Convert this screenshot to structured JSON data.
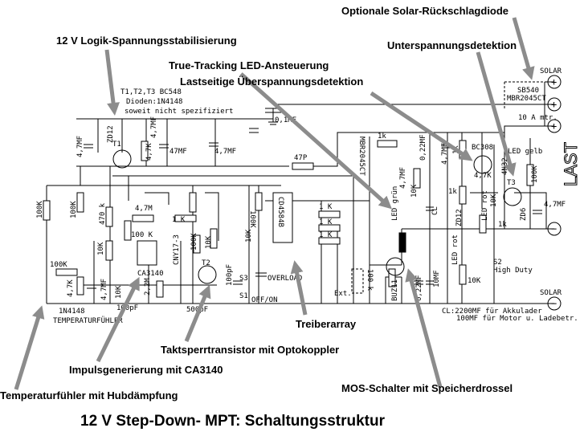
{
  "title": "12 V Step-Down- MPT: Schaltungsstruktur",
  "annotations": {
    "solar_diode": "Optionale Solar-Rückschlagdiode",
    "logic_supply": "12 V Logik-Spannungsstabilisierung",
    "undervoltage": "Unterspannungsdetektion",
    "led_tracking": "True-Tracking LED-Ansteuerung",
    "overvoltage": "Lastseitige Überspannungsdetektion",
    "driver_array": "Treiberarray",
    "clock_block": "Taktsperrtransistor  mit Optokoppler",
    "pulse_gen": "Impulsgenerierung mit CA3140",
    "mos_switch": "MOS-Schalter mit Speicherdrossel",
    "temp_sensor": "Temperaturfühler mit  Hubdämpfung"
  },
  "notes": {
    "transistors": "T1,T2,T3 BC548",
    "diodes": "Dioden:1N4148",
    "unless": "soweit nicht spezifiziert",
    "cl_note1": "CL:2200MF für Akkulader",
    "cl_note2": "100MF für Motor u. Ladebetr."
  },
  "terminals": {
    "solar_top": "SOLAR",
    "solar_bottom": "SOLAR",
    "load": "LAST",
    "plus": "+",
    "minus": "−"
  },
  "components": {
    "c01": "0,1MF",
    "zd12a": "ZD12",
    "t1": "T1",
    "c47a": "4,7MF",
    "c47b": "4,7MF",
    "r47k": "4,7K",
    "c47mf": "47MF",
    "c47c": "4,7MF",
    "r47r": "47P",
    "mbr1": "MBR2045CT",
    "r1k": "1k",
    "c022": "0,22MF",
    "led_gruen": "LED grün",
    "c47d": "4,7MF",
    "r10k_led": "10K",
    "bc308": "BC308",
    "r47k_b": "4,7K",
    "c47e": "4,7MF",
    "r1k_top": "1k",
    "n4n32": "4N32",
    "led_gelb": "LED gelb",
    "t3": "T3",
    "r100k_r": "100K",
    "c47f": "4,7MF",
    "sb540": "SB540",
    "mbr2": "MBR2045CT",
    "fuse": "10 A mtr.",
    "cl": "CL",
    "r1k_b": "1k",
    "zd12b": "ZD12",
    "led_rot1": "LED rot",
    "r10k_b": "10K",
    "r1k_c": "1k",
    "zd6": "ZD6",
    "led_rot2": "LED rot",
    "r10k_c": "10K",
    "s2": "S2",
    "high_duty": "High Duty",
    "buz11": "BUZ11",
    "c022b": "0,22MF",
    "c10mf": "10MF",
    "ext": "Ext.",
    "r100k_ext": "100 k",
    "cd4584": "CD4584B",
    "r1k_1": "1 K",
    "r1k_2": "1 K",
    "r1k_3": "1 K",
    "overload": "OVERLOAD",
    "s3": "S3",
    "s1": "S1",
    "offon": "OFF/ON",
    "r100k_ov": "100K",
    "r10k_ov": "10K",
    "c100pf_a": "100pF",
    "c500pf": "500pF",
    "t2": "T2",
    "cny17": "CNY17-3",
    "r22m": "2,2M",
    "ca3140": "CA3140",
    "r100k_fb": "100 K",
    "r47m": "4,7M",
    "r1k_pg": "1 K",
    "r100k_pg": "100K",
    "r10k_pg": "10K",
    "r470k": "470 k",
    "r10k_pot": "10K",
    "r100k_l1": "100K",
    "r100k_l2": "100K",
    "r100k_ntc": "100K",
    "r47k_l": "4,7K",
    "c47g": "4,7MF",
    "r10k_l": "10K",
    "c100pf_b": "100pF",
    "d1n4148": "1N4148",
    "temp": "TEMPERATURFÜHLER",
    "c100pf_c": "100pF"
  },
  "colors": {
    "arrow": "#8c8c8c",
    "ink": "#000000",
    "background": "#ffffff"
  }
}
